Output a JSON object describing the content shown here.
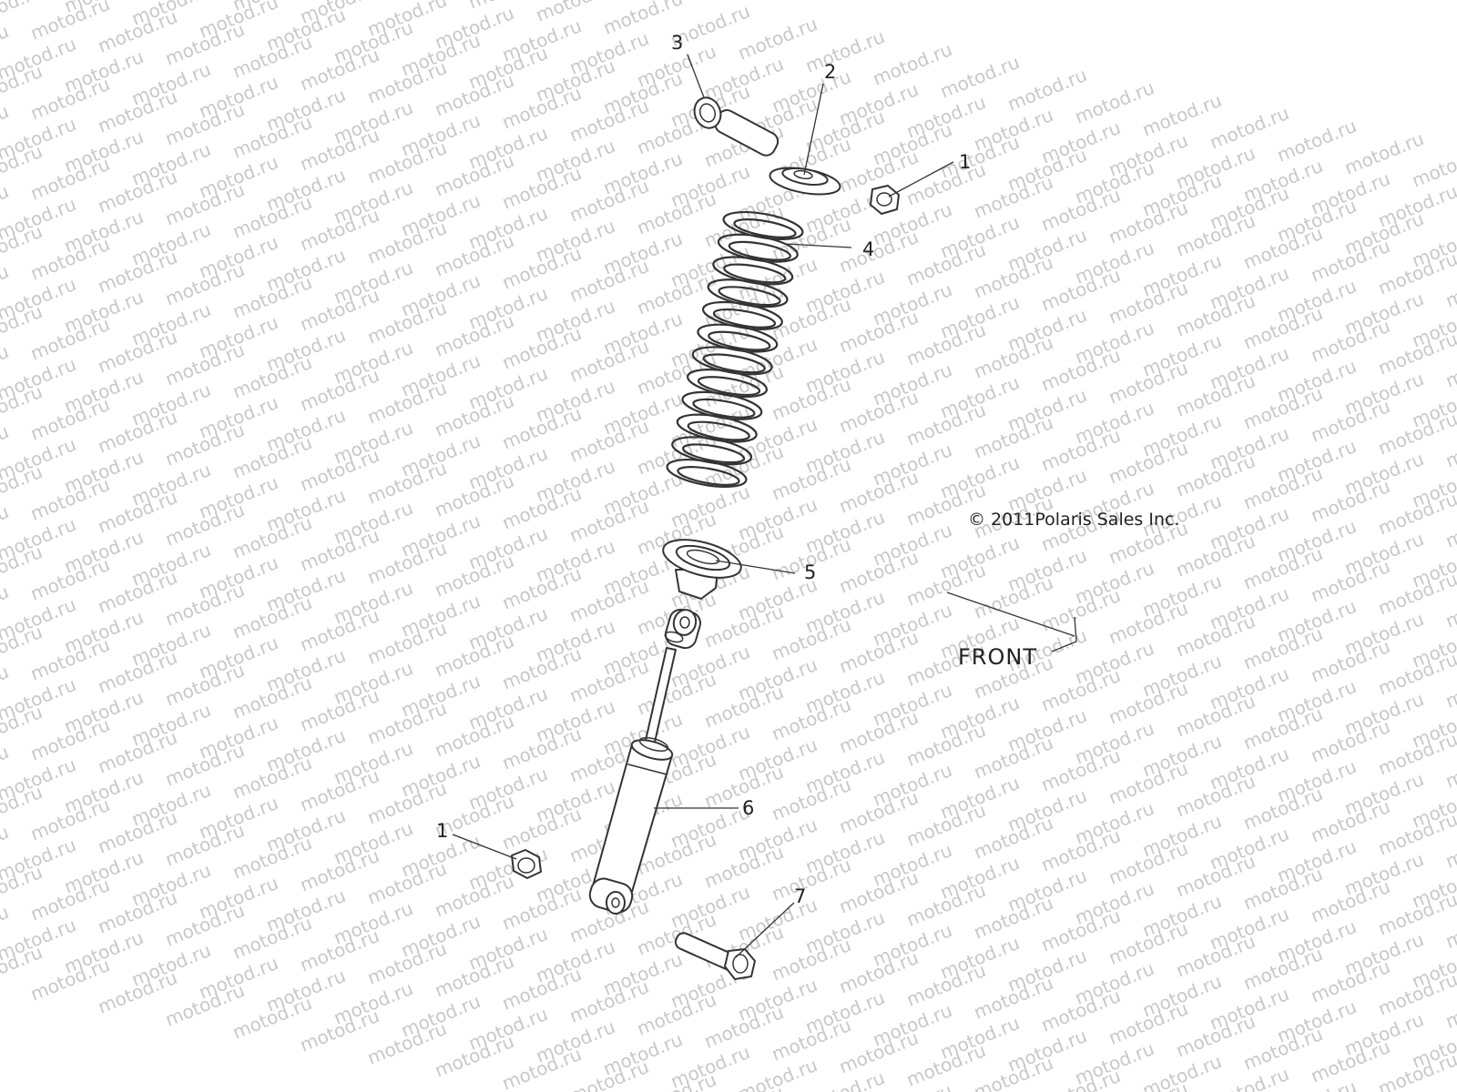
{
  "watermark": {
    "text": "motod.ru",
    "color": "#c8c8c8"
  },
  "copyright": "© 2011Polaris Sales Inc.",
  "front_label": "FRONT",
  "callouts": [
    {
      "id": "callout-3",
      "label": "3"
    },
    {
      "id": "callout-2",
      "label": "2"
    },
    {
      "id": "callout-1-top",
      "label": "1"
    },
    {
      "id": "callout-4",
      "label": "4"
    },
    {
      "id": "callout-5",
      "label": "5"
    },
    {
      "id": "callout-6",
      "label": "6"
    },
    {
      "id": "callout-1-bottom",
      "label": "1"
    },
    {
      "id": "callout-7",
      "label": "7"
    }
  ]
}
